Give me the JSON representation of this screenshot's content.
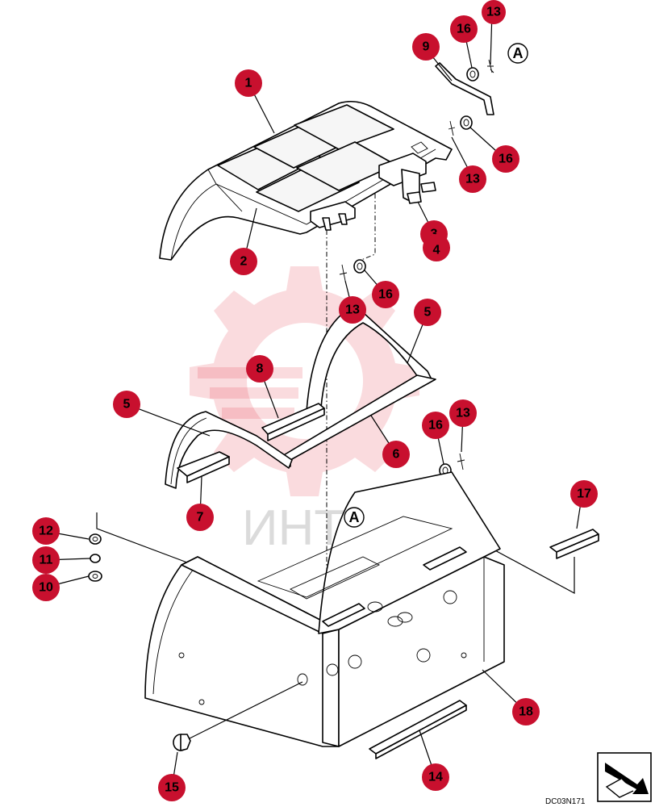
{
  "callouts": [
    {
      "id": "c1",
      "label": "1"
    },
    {
      "id": "c2",
      "label": "2"
    },
    {
      "id": "c3",
      "label": "3"
    },
    {
      "id": "c4",
      "label": "4"
    },
    {
      "id": "c5a",
      "label": "5"
    },
    {
      "id": "c5b",
      "label": "5"
    },
    {
      "id": "c6",
      "label": "6"
    },
    {
      "id": "c7",
      "label": "7"
    },
    {
      "id": "c8",
      "label": "8"
    },
    {
      "id": "c9",
      "label": "9"
    },
    {
      "id": "c10",
      "label": "10"
    },
    {
      "id": "c11",
      "label": "11"
    },
    {
      "id": "c12",
      "label": "12"
    },
    {
      "id": "c13a",
      "label": "13"
    },
    {
      "id": "c13b",
      "label": "13"
    },
    {
      "id": "c13c",
      "label": "13"
    },
    {
      "id": "c13d",
      "label": "13"
    },
    {
      "id": "c14",
      "label": "14"
    },
    {
      "id": "c15",
      "label": "15"
    },
    {
      "id": "c16a",
      "label": "16"
    },
    {
      "id": "c16b",
      "label": "16"
    },
    {
      "id": "c16c",
      "label": "16"
    },
    {
      "id": "c16d",
      "label": "16"
    },
    {
      "id": "c17",
      "label": "17"
    },
    {
      "id": "c18",
      "label": "18"
    }
  ],
  "reference_marks": {
    "top": "A",
    "body": "A"
  },
  "drawing_code": "DC03N171",
  "watermark_text": "ИНТЕХ",
  "colors": {
    "callout": "#c8102e",
    "watermark": "#e63946"
  }
}
